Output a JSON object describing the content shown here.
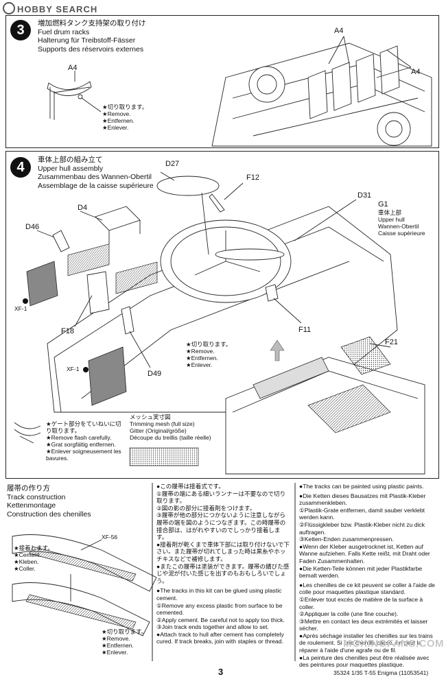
{
  "header": {
    "logo_text": "HOBBY SEARCH",
    "brand_color": "#555555"
  },
  "step3": {
    "number": "3",
    "title_ja": "増加燃料タンク支持架の取り付け",
    "title_en": "Fuel drum racks",
    "title_de": "Halterung für Treibstoff-Fässer",
    "title_fr": "Supports des réservoirs externes",
    "part_a4_left": "A4",
    "part_a4_top": "A4",
    "part_a4_right": "A4",
    "remove_ja": "★切り取ります。",
    "remove_en": "★Remove.",
    "remove_de": "★Entfernen.",
    "remove_fr": "★Enlever."
  },
  "step4": {
    "number": "4",
    "title_ja": "車体上部の組み立て",
    "title_en": "Upper hull assembly",
    "title_de": "Zusammenbau des Wannen-Obertil",
    "title_fr": "Assemblage de la caisse supérieure",
    "parts": {
      "d27": "D27",
      "f12": "F12",
      "d31": "D31",
      "d4": "D4",
      "d46": "D46",
      "f18": "F18",
      "d49": "D49",
      "f11": "F11",
      "f21": "F21",
      "xf1_top": "XF-1",
      "xf1_bottom": "XF-1"
    },
    "g1_label": "G1",
    "g1_ja": "車体上部",
    "g1_en": "Upper hull",
    "g1_de": "Wannen-Obertil",
    "g1_fr": "Caisse supérieure",
    "remove_ja": "★切り取ります。",
    "remove_en": "★Remove.",
    "remove_de": "★Entfernen.",
    "remove_fr": "★Enlever.",
    "gate_ja": "★ゲート部分をていねいに切り取ります。",
    "gate_en": "★Remove flash carefully.",
    "gate_de": "★Grat sorgfältig entfernen.",
    "gate_fr": "★Enlever soigneusement les bavures.",
    "mesh_ja": "メッシュ実寸図",
    "mesh_en": "Trimming mesh (full size)",
    "mesh_de": "Gitter (Original/größe)",
    "mesh_fr": "Découpe du treillis (taille réelle)"
  },
  "tracks": {
    "title_ja": "履帯の作り方",
    "title_en": "Track construction",
    "title_de": "Kettenmontage",
    "title_fr": "Construction des chenilles",
    "xf56": "XF-56",
    "cement_ja": "★接着します。",
    "cement_en": "★Cement.",
    "cement_de": "★Kleben.",
    "cement_fr": "★Coller.",
    "remove_ja": "★切り取ります。",
    "remove_en": "★Remove.",
    "remove_de": "★Entfernen.",
    "remove_fr": "★Enlever.",
    "col2_ja": "●この履帯は接着式です。\n①履帯の端にある細いランナーは不要なので切り取ります。\n②図の影の部分に接着剤をつけます。\n③履帯が他の部分につかないように注意しながら履帯の端を図のようにつなぎます。この時履帯の接合部は、はがれやすいのでしっかり接着します。\n●接着剤が乾くまで車体下部には取り付けないで下さい。また履帯が切れてしまった時は黒糸やホッチキスなどで補修します。\n●またこの履帯は塗装ができます。履帯の錆びた感じや泥が付いた感じを出すのもおもしろいでしょう。",
    "col2_en": "●The tracks in this kit can be glued using plastic cement.\n①Remove any excess plastic from surface to be cemented.\n②Apply cement. Be careful not to apply too thick.\n③Join track ends together and allow to set.\n●Attach track to hull after cement has completely cured. If track breaks, join with staples or thread.",
    "col3_en": "●The tracks can be painted using plastic paints.",
    "col3_de": "●Die Ketten dieses Bausatzes mit Plastik-Kleber zusammenkleben.\n①Plastik-Grate entfernen, damit sauber verklebt werden kann.\n②Flüssigkleber bzw. Plastik-Kleber nicht zu dick auftragen.\n③Ketten-Enden zusammenpressen.\n●Wenn der Kleber ausgetrocknet ist, Ketten auf Wanne aufziehen. Falls Kette reißt, mit Draht oder Faden Zusammenhalten.\n●Die Ketten-Teile können mit jeder Plastikfarbe bemalt werden.",
    "col3_fr": "●Les chenilles de ce kit peuvent se coller à l'aide de colle pour maquettes plastique standard.\n①Enlever tout excès de matière de la surface à coller.\n②Appliquer la colle (une fine couche).\n③Mettre en contact les deux extrémités et laisser sécher.\n●Après séchage installer les chenilles sur les trains de roulement. Si une chenille casse, on peut la réparer à l'aide d'une agrafe ou de fil.\n●La peinture des chenilles peut être réalisée avec des peintures pour maquettes plastique."
  },
  "footer": {
    "page_number": "3",
    "catalog": "35324 1/35 T-55 Enigma (11053541)",
    "watermark": "MOXINGFANS.COM"
  }
}
